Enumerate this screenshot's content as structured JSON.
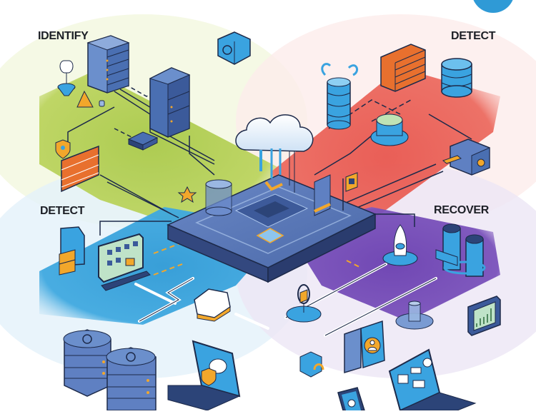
{
  "title": "Cybersecurity framework isometric illustration",
  "zones": {
    "identify": {
      "label": "IDENTIFY",
      "color": "#a9c94a"
    },
    "detect_top": {
      "label": "DETECT",
      "color": "#e8574f"
    },
    "detect_left": {
      "label": "DETECT",
      "color": "#2f9ad6"
    },
    "recover": {
      "label": "RECOVER",
      "color": "#6a3fb0"
    }
  },
  "palette": {
    "device_blue": "#4a74b8",
    "device_dark": "#2c4478",
    "light_blue": "#3aa3e0",
    "accent_orange": "#f2a72b",
    "brick_orange": "#e8702e",
    "outline": "#1d2a4a",
    "hub_top": "#5675b4",
    "hub_side": "#33487f"
  },
  "icons": [
    "top-circle-badge",
    "server-rack-icon",
    "server-tower-icon",
    "lightbulb-funnel-icon",
    "warning-cone-icon",
    "camera-cube-icon",
    "switch-box-icon",
    "shield-lock-icon",
    "firewall-icon",
    "cloud-icon",
    "central-hub-icon",
    "database-icon",
    "router-icon",
    "card-reader-icon",
    "document-scan-icon",
    "monitor-dashboard-icon",
    "recycle-cylinders-icon",
    "rocket-icon",
    "chart-monitor-icon",
    "user-badge-icon",
    "laptop-icon",
    "phone-icon",
    "server-stack-icon"
  ]
}
